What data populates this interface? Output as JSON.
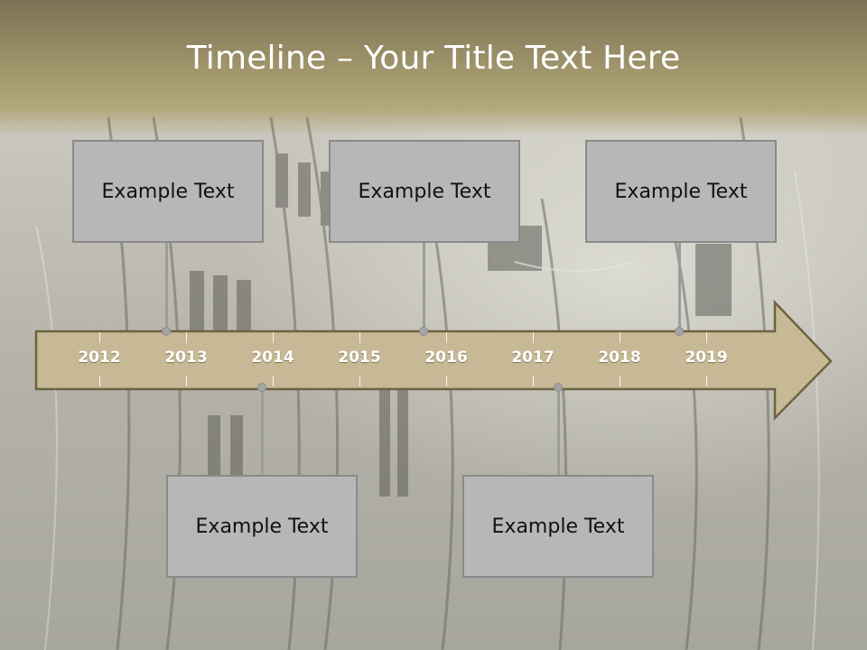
{
  "slide": {
    "title": "Timeline – Your Title Text Here"
  },
  "timeline": {
    "years": [
      "2012",
      "2013",
      "2014",
      "2015",
      "2016",
      "2017",
      "2018",
      "2019"
    ],
    "events": [
      {
        "text": "Example Text"
      },
      {
        "text": "Example Text"
      },
      {
        "text": "Example Text"
      },
      {
        "text": "Example Text"
      },
      {
        "text": "Example Text"
      }
    ]
  },
  "colors": {
    "arrow_fill": "#c7b995",
    "arrow_stroke": "#6e6340",
    "box_fill": "#b7b7b7",
    "box_border": "#8a8a8a"
  }
}
